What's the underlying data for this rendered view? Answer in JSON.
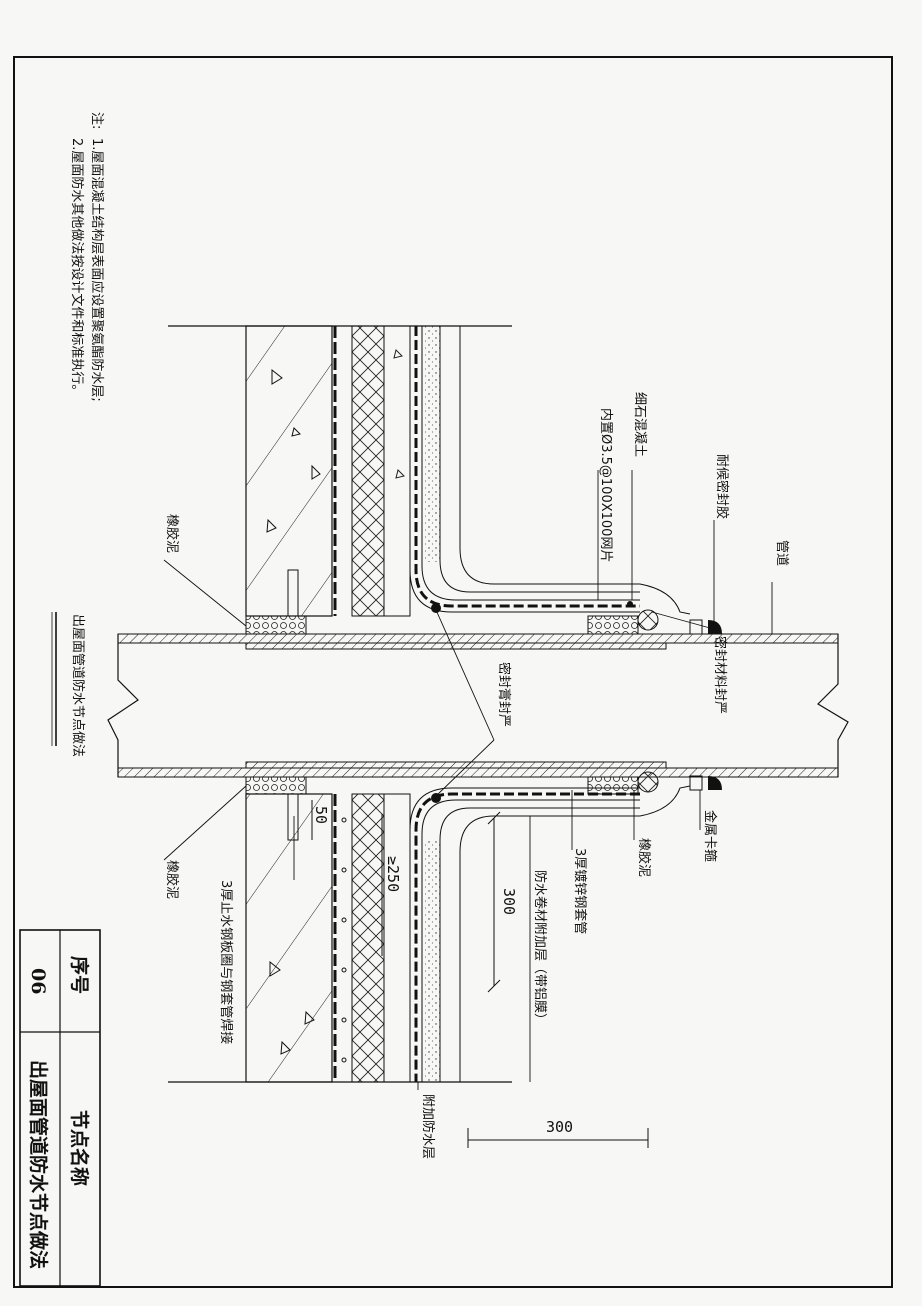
{
  "notes": {
    "prefix": "注:",
    "n1": "1.屋面混凝土结构层表面应设置聚氨酯防水层;",
    "n2": "2.屋面防水其他做法按设计文件和标准执行。"
  },
  "labels": {
    "pipe": "管道",
    "sealant_resistant": "耐候密封胶",
    "fine_concrete": "细石混凝土",
    "mesh": "内置Ø3.5@100X100网片",
    "rubber_top": "橡胶泥",
    "seal_fill": "密封材料封严",
    "seal_paste": "密封膏封严",
    "title_underlined": "出屋面管道防水节点做法",
    "metal_clamp": "金属卡箍",
    "rubber_mid": "橡胶泥",
    "galv_sleeve": "3厚镀锌钢套管",
    "extra_layer": "防水卷材附加层（带铝膜）",
    "water_stop": "3厚止水钢板圈与钢套管焊接",
    "rubber_bottom": "橡胶泥",
    "extra_waterproof": "附加防水层"
  },
  "dims": {
    "d300a": "300",
    "d300b": "300",
    "d50": "50",
    "d250": "≥250"
  },
  "title_block": {
    "seq_label": "序号",
    "seq_value": "06",
    "name_label": "节点名称",
    "name_value": "出屋面管道防水节点做法"
  }
}
